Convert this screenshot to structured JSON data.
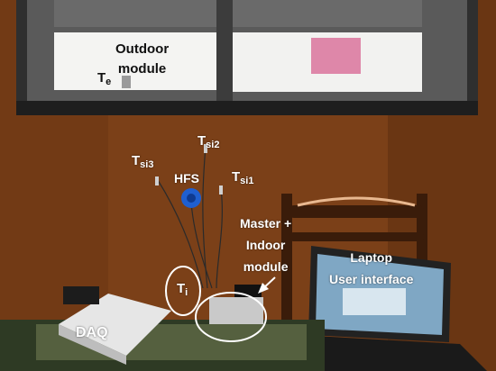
{
  "labels": {
    "outdoor_line1": "Outdoor",
    "outdoor_line2": "module",
    "te_main": "T",
    "te_sub": "e",
    "tsi2_main": "T",
    "tsi2_sub": "si2",
    "tsi3_main": "T",
    "tsi3_sub": "si3",
    "tsi1_main": "T",
    "tsi1_sub": "si1",
    "hfs": "HFS",
    "master_line1": "Master +",
    "master_line2": "Indoor",
    "master_line3": "module",
    "laptop_line1": "Laptop",
    "laptop_line2": "User interface",
    "ti_main": "T",
    "ti_sub": "i",
    "daq": "DAQ"
  },
  "colors": {
    "wall": "#7a3f16",
    "window_frame": "#3a3a3a",
    "label_text": "#ffffff",
    "sensor_disk": "#1f5fd0"
  }
}
